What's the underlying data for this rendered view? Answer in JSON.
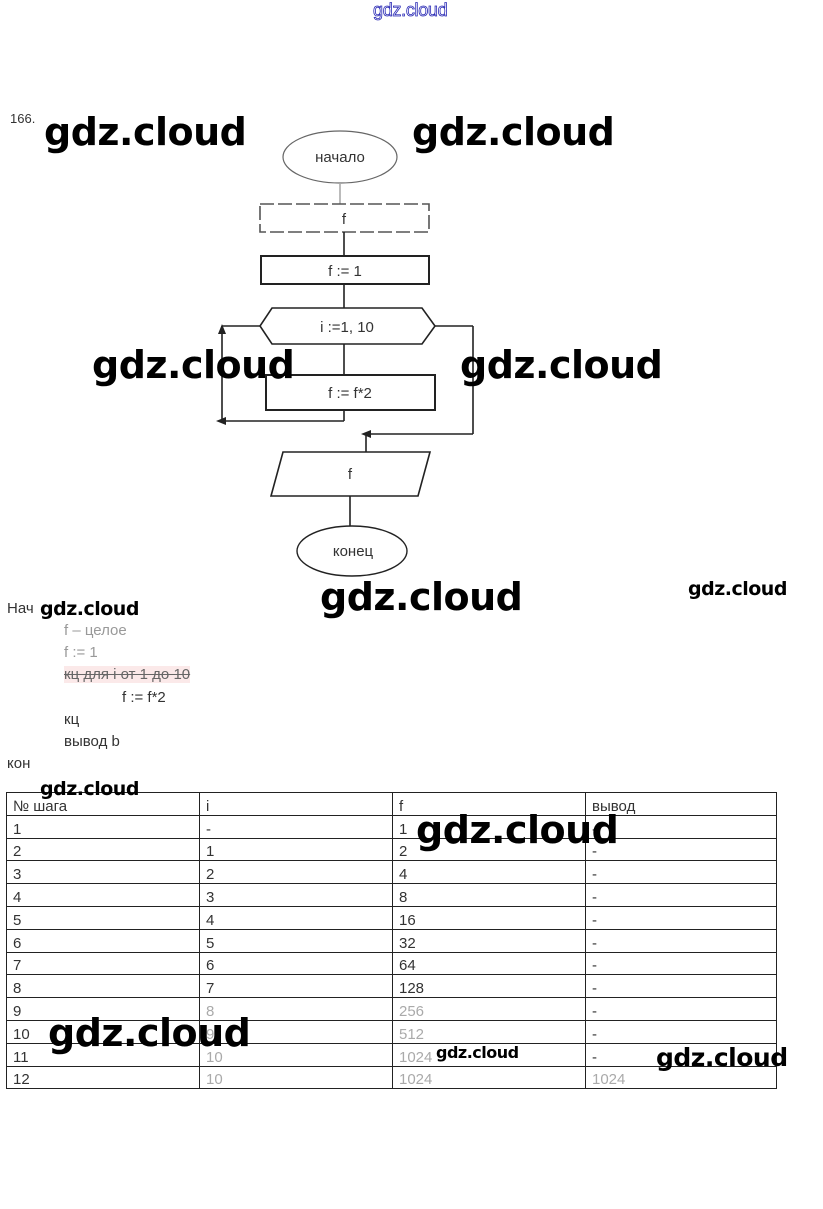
{
  "site_logo": "gdz.cloud",
  "exercise_number": "166.",
  "watermarks": [
    "gdz.cloud",
    "gdz.cloud",
    "gdz.cloud",
    "gdz.cloud",
    "gdz.cloud",
    "gdz.cloud",
    "gdz.cloud",
    "gdz.cloud",
    "gdz.cloud",
    "gdz.cloud",
    "gdz.cloud",
    "gdz.cloud"
  ],
  "flowchart": {
    "start": "начало",
    "declare": "f",
    "init": "f := 1",
    "loop": "i :=1, 10",
    "body": "f := f*2",
    "output": "f",
    "end": "конец"
  },
  "algorithm": {
    "lines": [
      "Нач",
      "f – целое",
      "f := 1",
      "кц для i от 1 до 10",
      "f := f*2",
      "кц",
      "вывод b",
      "кон"
    ]
  },
  "trace_table": {
    "headers": [
      "№ шага",
      "i",
      "f",
      "вывод"
    ],
    "rows": [
      [
        "1",
        "-",
        "1",
        "-"
      ],
      [
        "2",
        "1",
        "2",
        "-"
      ],
      [
        "3",
        "2",
        "4",
        "-"
      ],
      [
        "4",
        "3",
        "8",
        "-"
      ],
      [
        "5",
        "4",
        "16",
        "-"
      ],
      [
        "6",
        "5",
        "32",
        "-"
      ],
      [
        "7",
        "6",
        "64",
        "-"
      ],
      [
        "8",
        "7",
        "128",
        "-"
      ],
      [
        "9",
        "8",
        "256",
        "-"
      ],
      [
        "10",
        "9",
        "512",
        "-"
      ],
      [
        "11",
        "10",
        "1024",
        "-"
      ],
      [
        "12",
        "10",
        "1024",
        "1024"
      ]
    ]
  },
  "colors": {
    "logo_outline": "#2a2ab5",
    "line": "#222222",
    "text": "#333333"
  }
}
